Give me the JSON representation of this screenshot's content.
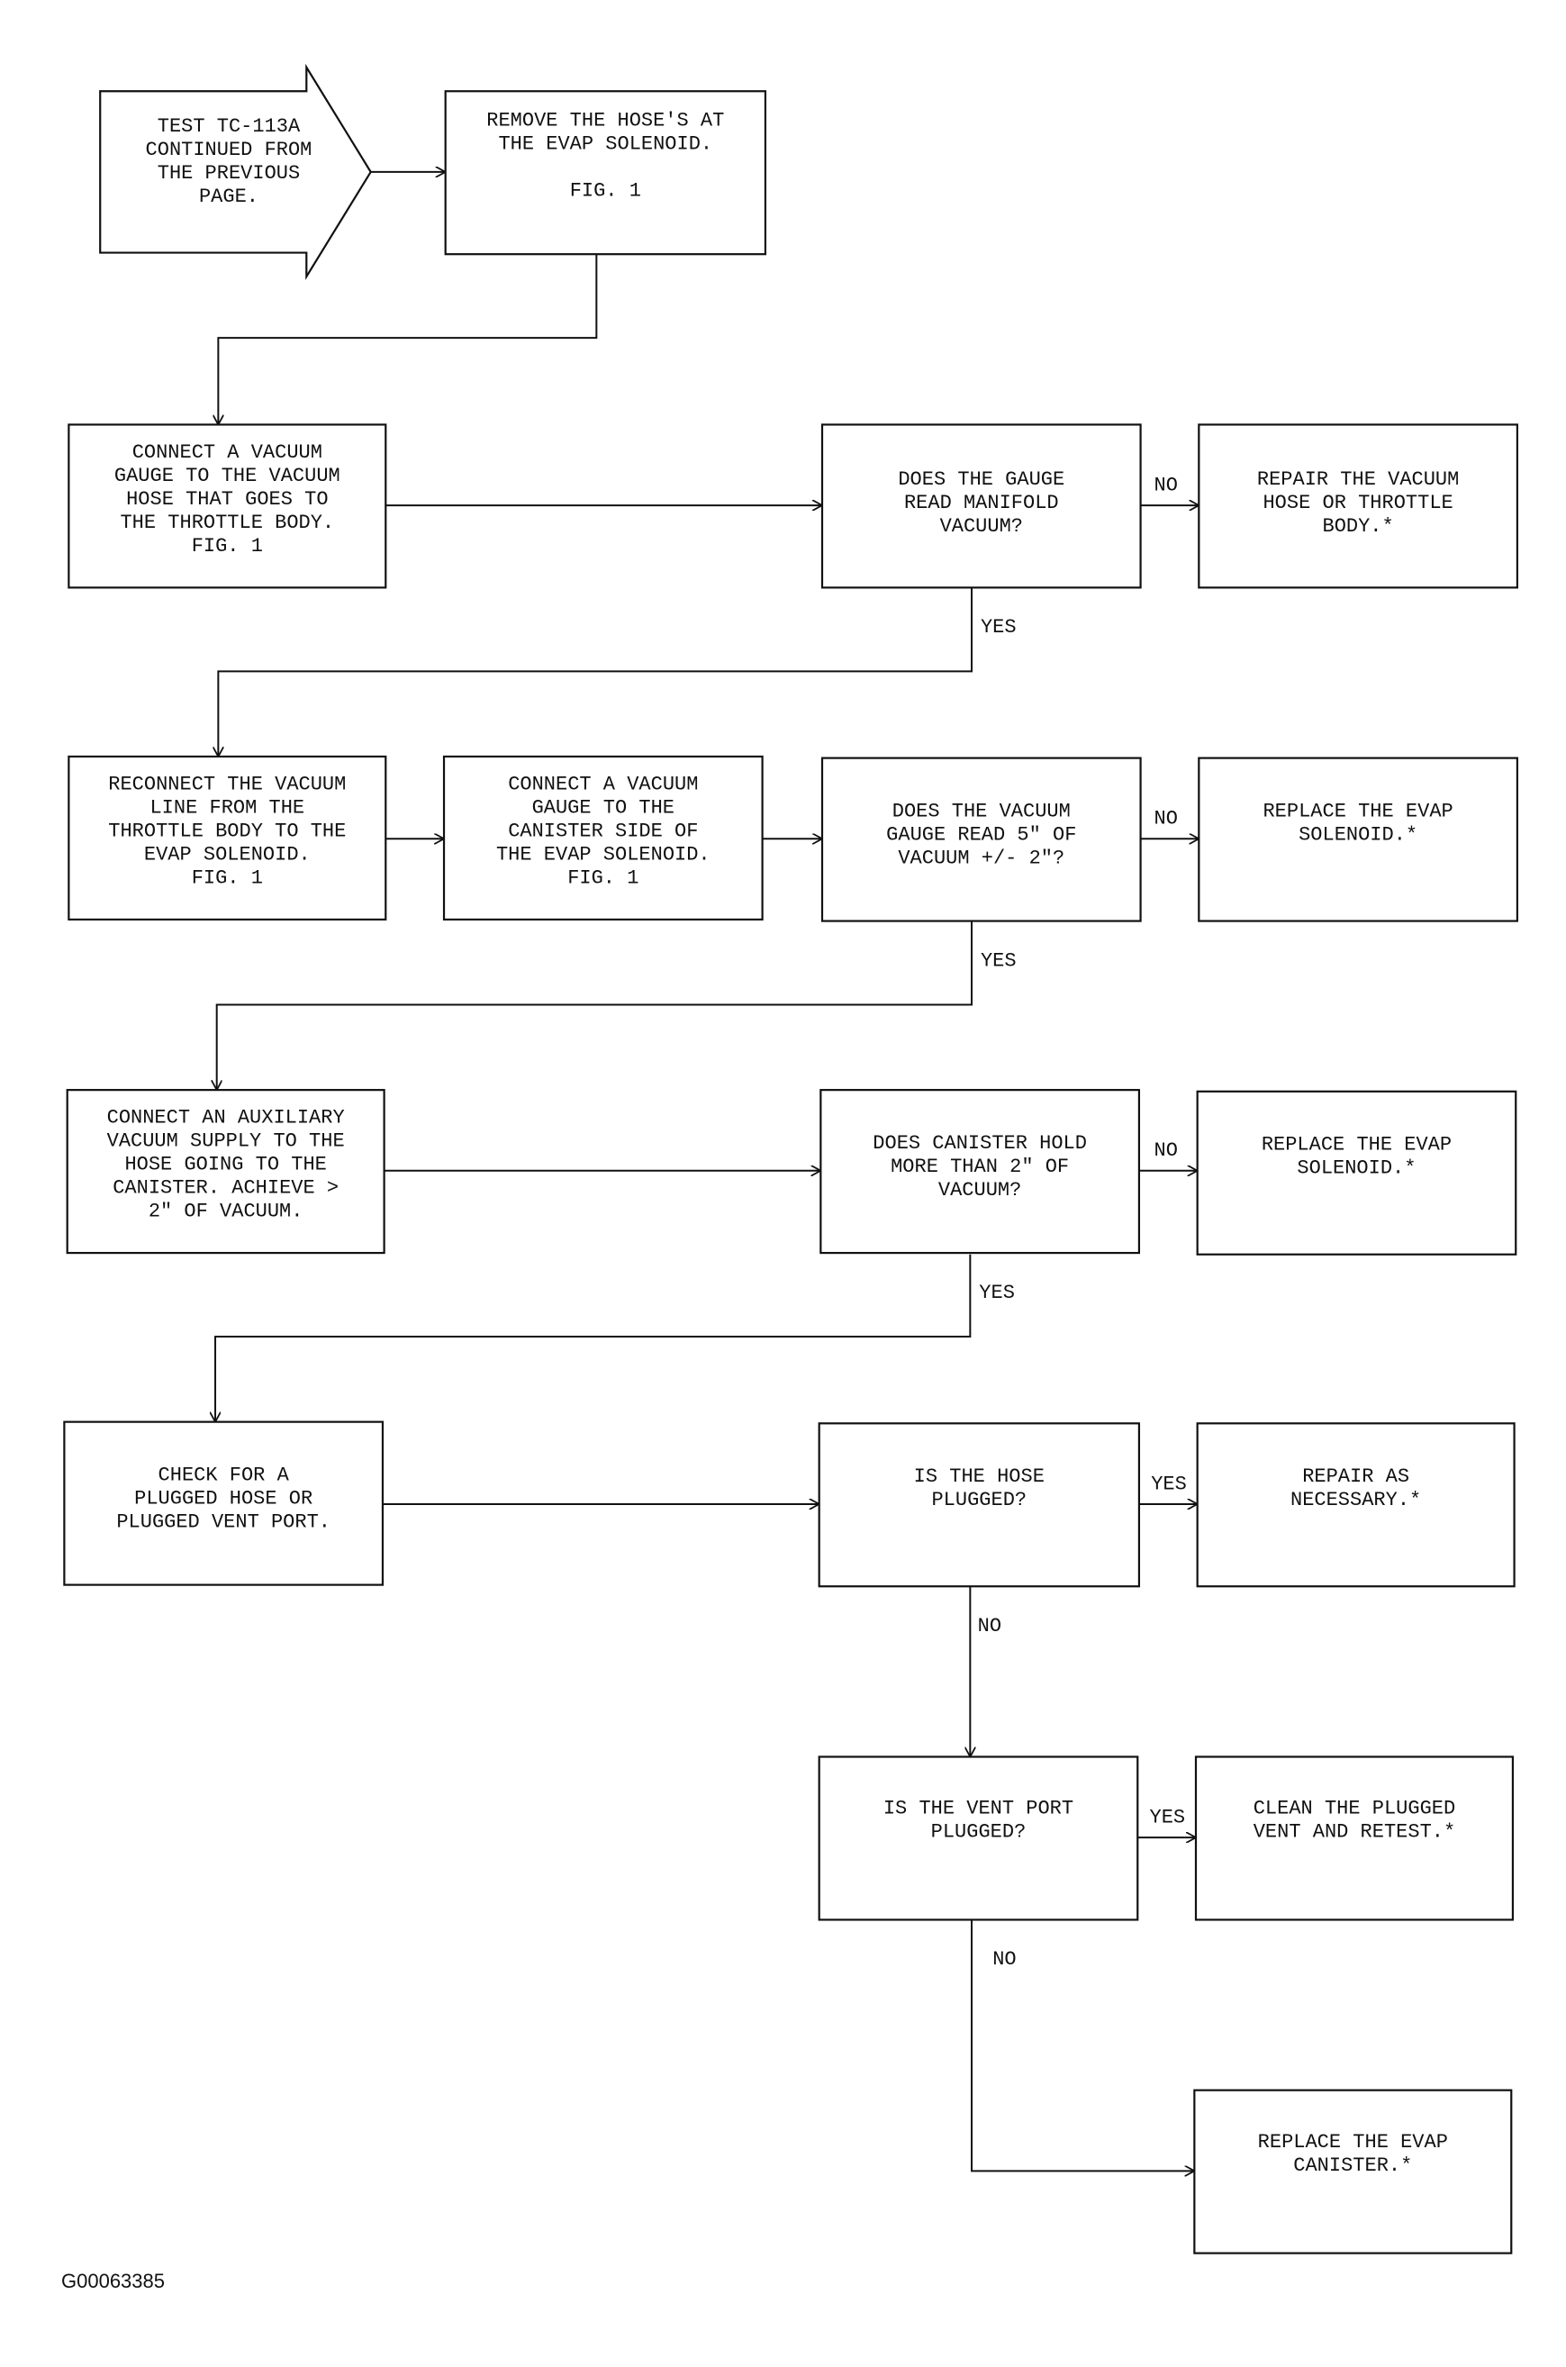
{
  "start": {
    "lines": [
      "TEST TC-113A",
      "CONTINUED FROM",
      "THE PREVIOUS",
      "PAGE."
    ]
  },
  "nodes": [
    {
      "id": "remove-hoses-box",
      "lines": [
        "REMOVE THE HOSE'S AT",
        "THE EVAP SOLENOID.",
        "",
        "FIG. 1"
      ]
    },
    {
      "id": "connect-gauge-throttle-box",
      "lines": [
        "CONNECT A VACUUM",
        "GAUGE TO THE VACUUM",
        "HOSE THAT GOES TO",
        "THE THROTTLE BODY.",
        "FIG. 1"
      ]
    },
    {
      "id": "manifold-vacuum-decision",
      "lines": [
        "DOES THE GAUGE",
        "READ MANIFOLD",
        "VACUUM?"
      ]
    },
    {
      "id": "repair-hose-throttle-box",
      "lines": [
        "REPAIR THE VACUUM",
        "HOSE OR THROTTLE",
        "BODY.*"
      ]
    },
    {
      "id": "reconnect-line-box",
      "lines": [
        "RECONNECT THE VACUUM",
        "LINE FROM THE",
        "THROTTLE BODY TO THE",
        "EVAP SOLENOID.",
        "FIG. 1"
      ]
    },
    {
      "id": "connect-gauge-canister-box",
      "lines": [
        "CONNECT A VACUUM",
        "GAUGE TO THE",
        "CANISTER SIDE OF",
        "THE EVAP SOLENOID.",
        "FIG. 1"
      ]
    },
    {
      "id": "five-inch-vacuum-decision",
      "lines": [
        "DOES THE VACUUM",
        "GAUGE READ 5\" OF",
        "VACUUM +/- 2\"?"
      ]
    },
    {
      "id": "replace-solenoid-box-1",
      "lines": [
        "REPLACE THE EVAP",
        "SOLENOID.*"
      ]
    },
    {
      "id": "auxiliary-vacuum-box",
      "lines": [
        "CONNECT AN AUXILIARY",
        "VACUUM SUPPLY TO THE",
        "HOSE GOING TO THE",
        "CANISTER. ACHIEVE >",
        "2\" OF VACUUM."
      ]
    },
    {
      "id": "canister-hold-decision",
      "lines": [
        "DOES CANISTER HOLD",
        "MORE THAN 2\" OF",
        "VACUUM?"
      ]
    },
    {
      "id": "replace-solenoid-box-2",
      "lines": [
        "REPLACE THE EVAP",
        "SOLENOID.*"
      ]
    },
    {
      "id": "check-plugged-box",
      "lines": [
        "CHECK FOR A",
        "PLUGGED HOSE OR",
        "PLUGGED VENT PORT."
      ]
    },
    {
      "id": "hose-plugged-decision",
      "lines": [
        "IS THE HOSE",
        "PLUGGED?"
      ]
    },
    {
      "id": "repair-as-necessary-box",
      "lines": [
        "REPAIR AS",
        "NECESSARY.*"
      ]
    },
    {
      "id": "vent-port-plugged-decision",
      "lines": [
        "IS THE VENT PORT",
        "PLUGGED?"
      ]
    },
    {
      "id": "clean-vent-box",
      "lines": [
        "CLEAN THE PLUGGED",
        "VENT AND RETEST.*"
      ]
    },
    {
      "id": "replace-canister-box",
      "lines": [
        "REPLACE THE EVAP",
        "CANISTER.*"
      ]
    }
  ],
  "edge_labels": [
    {
      "id": "no-label-1",
      "text": "NO"
    },
    {
      "id": "yes-label-1",
      "text": "YES"
    },
    {
      "id": "no-label-2",
      "text": "NO"
    },
    {
      "id": "yes-label-2",
      "text": "YES"
    },
    {
      "id": "no-label-3",
      "text": "NO"
    },
    {
      "id": "yes-label-3",
      "text": "YES"
    },
    {
      "id": "yes-label-4",
      "text": "YES"
    },
    {
      "id": "no-label-4",
      "text": "NO"
    },
    {
      "id": "yes-label-5",
      "text": "YES"
    },
    {
      "id": "no-label-5",
      "text": "NO"
    }
  ],
  "figure_id": "G00063385"
}
